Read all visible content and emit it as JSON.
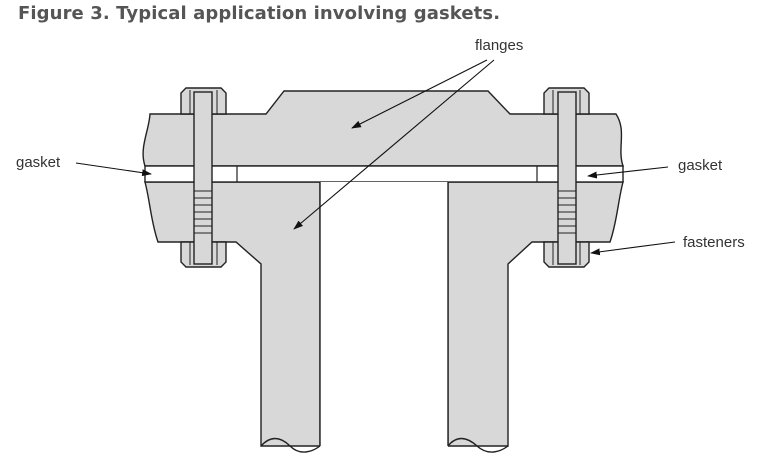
{
  "caption": "Figure 3. Typical application involving gaskets.",
  "labels": {
    "flanges": "flanges",
    "gasket_left": "gasket",
    "gasket_right": "gasket",
    "fasteners": "fasteners"
  },
  "colors": {
    "part_fill": "#d8d8d8",
    "outline": "#222222",
    "background": "#ffffff",
    "caption": "#555555"
  }
}
